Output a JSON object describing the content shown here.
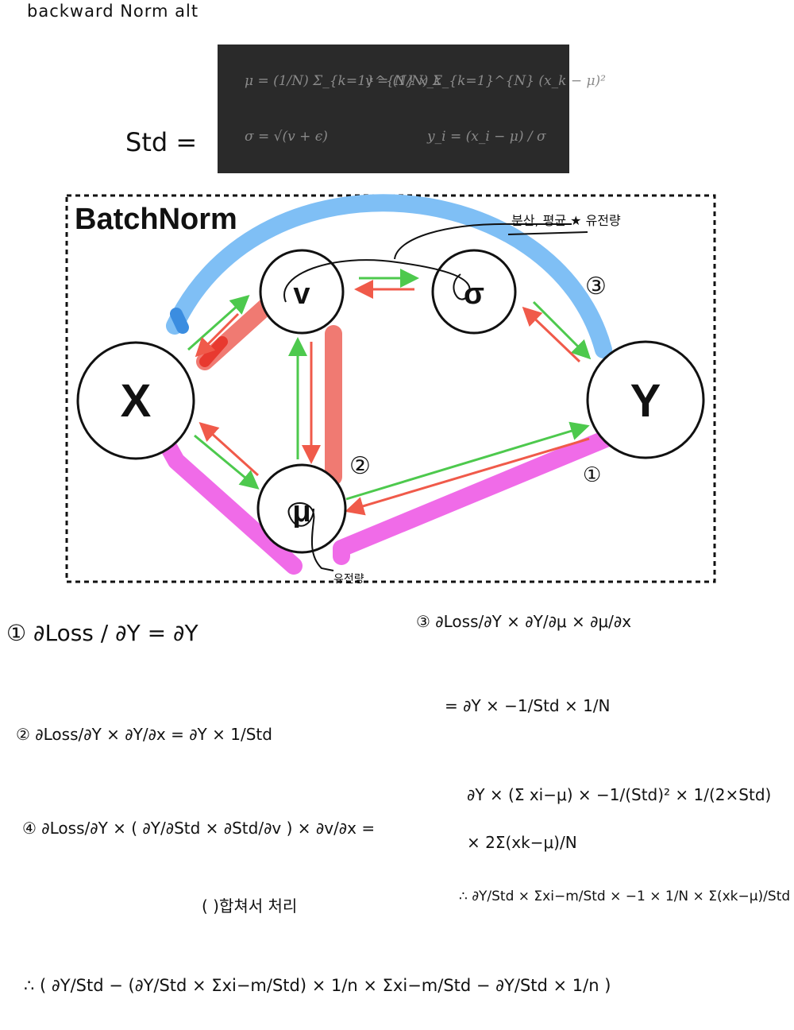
{
  "page": {
    "title": "backward Norm alt",
    "std_label": "Std ="
  },
  "formula_box": {
    "mu": "μ = (1/N) Σ_{k=1}^{N} x_k",
    "v": "v = (1/N) Σ_{k=1}^{N} (x_k − μ)²",
    "sigma": "σ = √(v + ϵ)",
    "y": "y_i = (x_i − μ) / σ"
  },
  "diagram": {
    "title": "BatchNorm",
    "nodes": {
      "x": "X",
      "v": "v",
      "sigma": "σ",
      "y": "Y",
      "mu": "μ"
    },
    "path_numbers": {
      "one": "①",
      "two": "②",
      "three": "③"
    },
    "annotations": {
      "sigma_note": "분산, 평균 ★ 유전량",
      "mu_note": "유전량"
    },
    "colors": {
      "forward": "#4dc94d",
      "backward": "#f05a4a",
      "path1_highlight": "#f06be8",
      "path2_highlight": "#f07a72",
      "path3_highlight": "#7fbff5"
    }
  },
  "equations": {
    "eq1": "① ∂Loss / ∂Y = ∂Y",
    "eq2": "② ∂Loss/∂Y × ∂Y/∂x = ∂Y × 1/Std",
    "eq3a": "③ ∂Loss/∂Y × ∂Y/∂μ × ∂μ/∂x",
    "eq3b": "= ∂Y × −1/Std × 1/N",
    "eq4a": "④ ∂Loss/∂Y × ( ∂Y/∂Std × ∂Std/∂v ) × ∂v/∂x =",
    "eq4b": "∂Y × (Σ xi−μ) × −1/(Std)² × 1/(2×Std)",
    "eq4c": "× 2Σ(xk−μ)/N",
    "eq4_note": "( )합쳐서 처리",
    "eq4d": "∴ ∂Y/Std × Σxi−m/Std × −1 × 1/N × Σ(xk−μ)/Std",
    "final": "∴ ( ∂Y/Std − (∂Y/Std × Σxi−m/Std) × 1/n × Σxi−m/Std − ∂Y/Std × 1/n )"
  }
}
